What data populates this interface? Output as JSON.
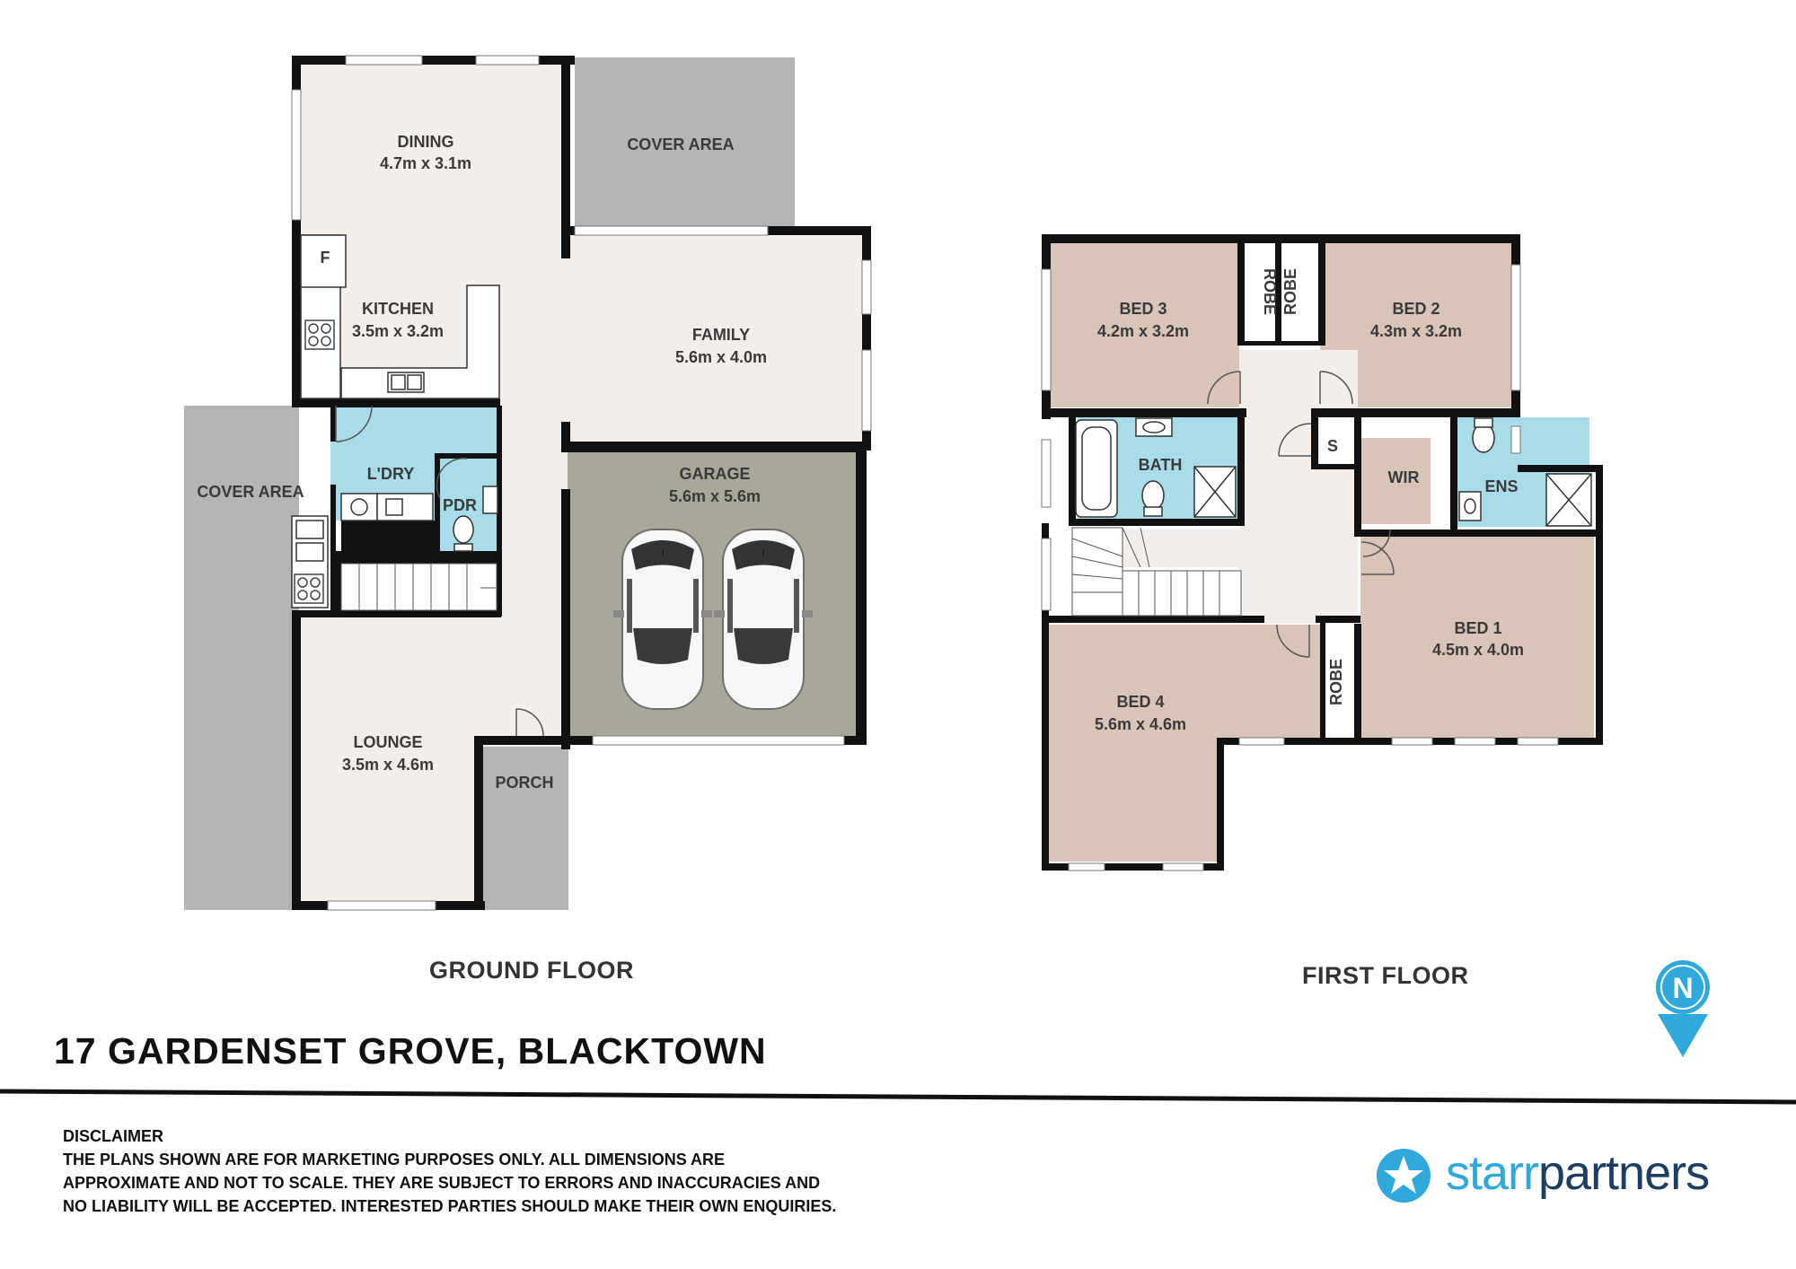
{
  "ground_floor": {
    "title": "GROUND FLOOR",
    "rooms": {
      "dining": {
        "name": "DINING",
        "size": "4.7m x 3.1m"
      },
      "cover_area_top": {
        "name": "COVER AREA"
      },
      "kitchen": {
        "name": "KITCHEN",
        "size": "3.5m x 3.2m"
      },
      "fridge": {
        "name": "F"
      },
      "family": {
        "name": "FAMILY",
        "size": "5.6m x 4.0m"
      },
      "cover_area_left": {
        "name": "COVER AREA"
      },
      "laundry": {
        "name": "L'DRY"
      },
      "powder": {
        "name": "PDR"
      },
      "garage": {
        "name": "GARAGE",
        "size": "5.6m x 5.6m"
      },
      "lounge": {
        "name": "LOUNGE",
        "size": "3.5m x 4.6m"
      },
      "porch": {
        "name": "PORCH"
      }
    }
  },
  "first_floor": {
    "title": "FIRST FLOOR",
    "rooms": {
      "bed3": {
        "name": "BED 3",
        "size": "4.2m x 3.2m"
      },
      "robe_bed3": {
        "name": "ROBE"
      },
      "robe_bed2": {
        "name": "ROBE"
      },
      "bed2": {
        "name": "BED 2",
        "size": "4.3m x 3.2m"
      },
      "bath": {
        "name": "BATH"
      },
      "storage": {
        "name": "S"
      },
      "wir": {
        "name": "WIR"
      },
      "ensuite": {
        "name": "ENS"
      },
      "bed1": {
        "name": "BED 1",
        "size": "4.5m x 4.0m"
      },
      "bed4": {
        "name": "BED 4",
        "size": "5.6m x 4.6m"
      },
      "robe_bed4": {
        "name": "ROBE"
      }
    }
  },
  "compass": {
    "label": "N"
  },
  "address": "17 GARDENSET GROVE, BLACKTOWN",
  "disclaimer": {
    "heading": "DISCLAIMER",
    "line1": "THE PLANS SHOWN ARE FOR MARKETING PURPOSES ONLY. ALL DIMENSIONS ARE",
    "line2": "APPROXIMATE AND NOT TO SCALE. THEY ARE SUBJECT TO ERRORS AND INACCURACIES AND",
    "line3": "NO LIABILITY WILL BE ACCEPTED. INTERESTED PARTIES SHOULD MAKE THEIR OWN ENQUIRIES."
  },
  "brand": {
    "part1": "starr",
    "part2": "partners"
  },
  "colors": {
    "wall": "#111111",
    "living_floor": "#f4eeea",
    "bedroom_floor": "#d8c5b8",
    "wet_area": "#a9dce9",
    "cover_area": "#b5b5b5",
    "garage_floor": "#a9a898",
    "brand_navy": "#1c3e63",
    "brand_blue": "#2fa8dc"
  }
}
